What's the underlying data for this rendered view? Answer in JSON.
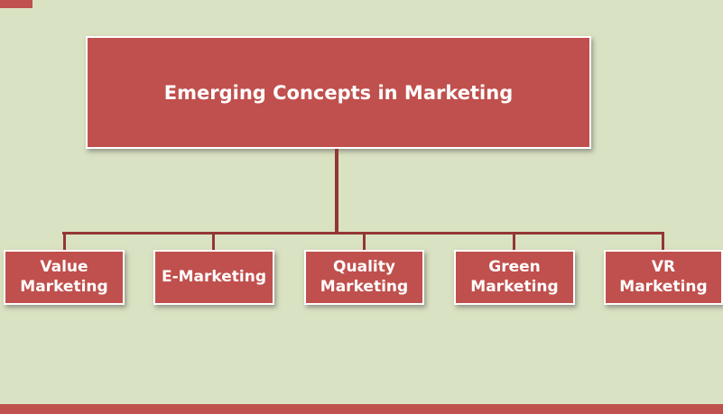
{
  "diagram": {
    "title": "Emerging Concepts in Marketing",
    "root": {
      "label": "Emerging Concepts in Marketing"
    },
    "children": [
      {
        "label": "Value Marketing"
      },
      {
        "label": "E-Marketing"
      },
      {
        "label": "Quality Marketing"
      },
      {
        "label": "Green Marketing"
      },
      {
        "label": "VR Marketing"
      }
    ],
    "colors": {
      "background": "#d9e2c2",
      "node_fill": "#c0504d",
      "node_border": "#ffffff",
      "node_text": "#ffffff",
      "connector": "#943634",
      "accent_bar": "#c0504d"
    },
    "layout": {
      "type": "tree",
      "levels": 2,
      "child_count": 5
    }
  }
}
